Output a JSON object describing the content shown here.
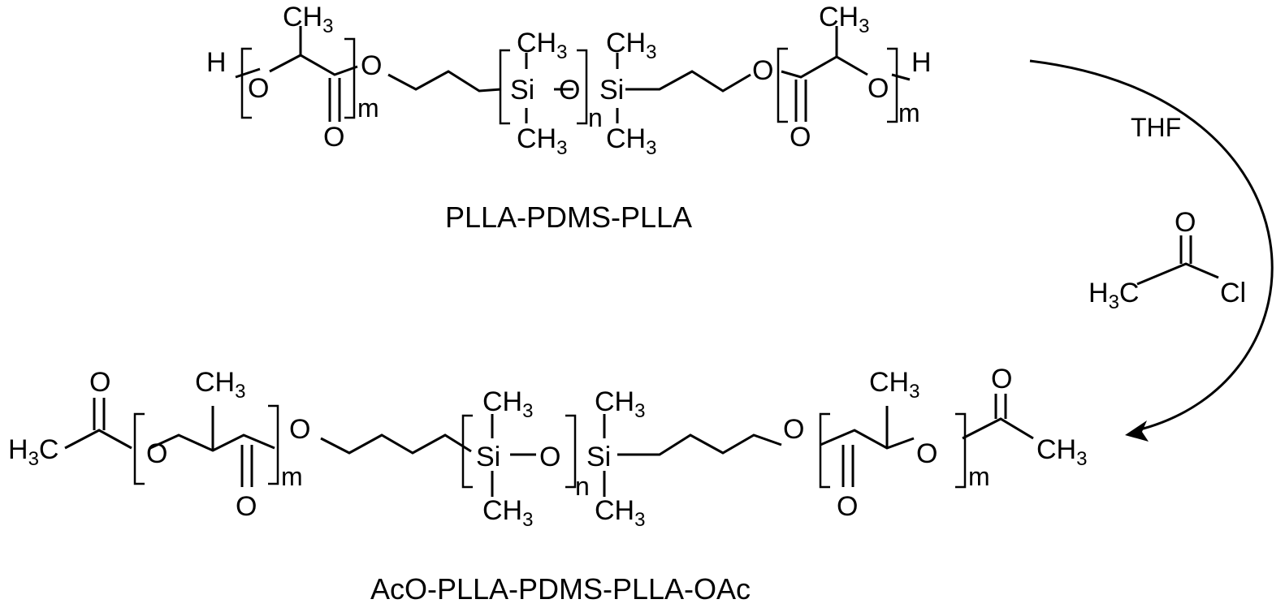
{
  "top_polymer": {
    "name": "PLLA-PDMS-PLLA",
    "h_left": "H",
    "o_left": "O",
    "ch3_left": "CH",
    "ch3_sub": "3",
    "carbonyl_o_left": "O",
    "m_left": "m",
    "ester_o_left": "O",
    "si1": "Si",
    "si_o": "O",
    "si2": "Si",
    "n": "n",
    "ch3": "CH",
    "ch3_sub_label": "3",
    "ester_o_right": "O",
    "carbonyl_o_right": "O",
    "o_right": "O",
    "h_right": "H",
    "m_right": "m"
  },
  "bottom_polymer": {
    "name": "AcO-PLLA-PDMS-PLLA-OAc",
    "h3c_left": "H",
    "h3c_sub": "3",
    "h3c_c": "C",
    "acetyl_o_left": "O",
    "o_left": "O",
    "carbonyl_o_left": "O",
    "m_left": "m",
    "ester_o_left": "O",
    "si1": "Si",
    "si_o": "O",
    "si2": "Si",
    "n": "n",
    "ch3": "CH",
    "ch3_sub_label": "3",
    "ester_o_right": "O",
    "carbonyl_o_right": "O",
    "o_right": "O",
    "m_right": "m",
    "acetyl_o_right": "O"
  },
  "reaction": {
    "solvent": "THF",
    "reagent": {
      "h3c": "H",
      "h3c_sub": "3",
      "c": "C",
      "o": "O",
      "cl": "Cl"
    }
  }
}
